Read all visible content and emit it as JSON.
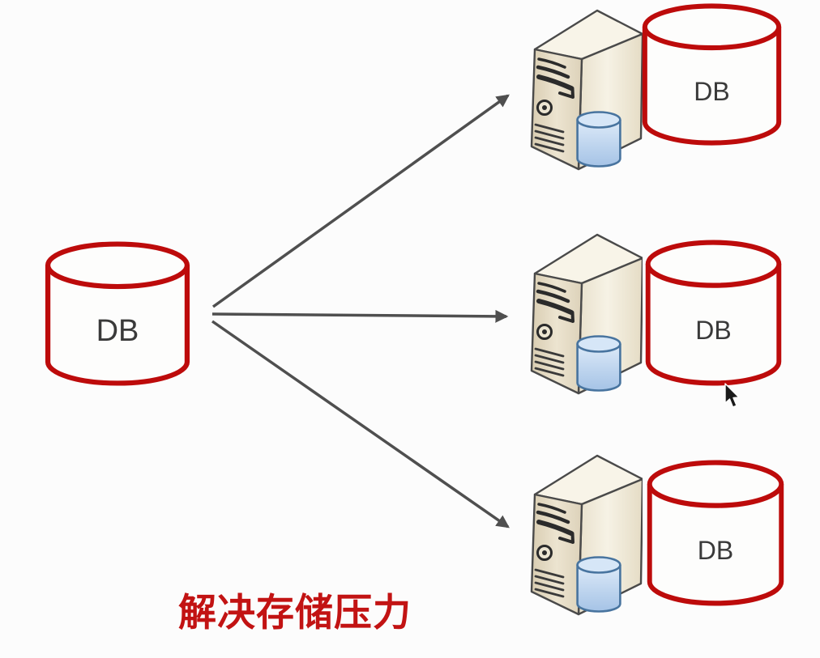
{
  "diagram": {
    "caption": "解决存储压力",
    "source": {
      "label": "DB"
    },
    "targets": [
      {
        "label": "DB"
      },
      {
        "label": "DB"
      },
      {
        "label": "DB"
      }
    ],
    "connections": [
      "source-db to server-1",
      "source-db to server-2",
      "source-db to server-3"
    ]
  },
  "colors": {
    "background": "#fcfcfc",
    "db_cylinder_outline": "#bd0b0b",
    "db_cylinder_fill": "#fdfdfc",
    "db_label_text": "#3a3a3a",
    "caption_text": "#c21313",
    "arrow": "#4f4f4f",
    "server_front": "#e4dac4",
    "server_side": "#f1ebdb",
    "server_top": "#f8f4e8",
    "server_outline": "#4a4a4a",
    "mini_db_fill": "#b9d2ee",
    "mini_db_outline": "#48749f",
    "cursor_fill": "#1a1a1a"
  }
}
